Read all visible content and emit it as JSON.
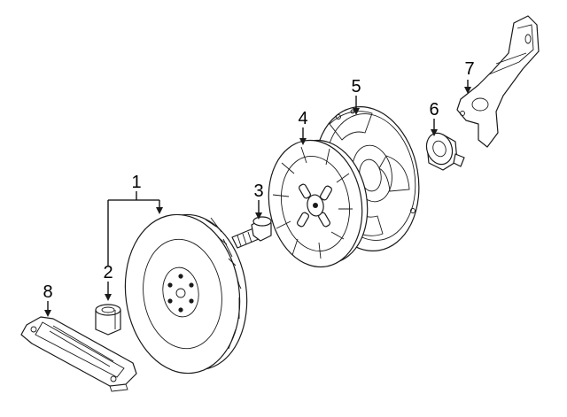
{
  "diagram": {
    "callouts": [
      {
        "key": "flywheel",
        "label": "1"
      },
      {
        "key": "pilot_bearing",
        "label": "2"
      },
      {
        "key": "flywheel_bolt",
        "label": "3"
      },
      {
        "key": "clutch_disc",
        "label": "4"
      },
      {
        "key": "pressure_plate",
        "label": "5"
      },
      {
        "key": "release_bearing",
        "label": "6"
      },
      {
        "key": "release_fork",
        "label": "7"
      },
      {
        "key": "cover_plate",
        "label": "8"
      }
    ]
  }
}
